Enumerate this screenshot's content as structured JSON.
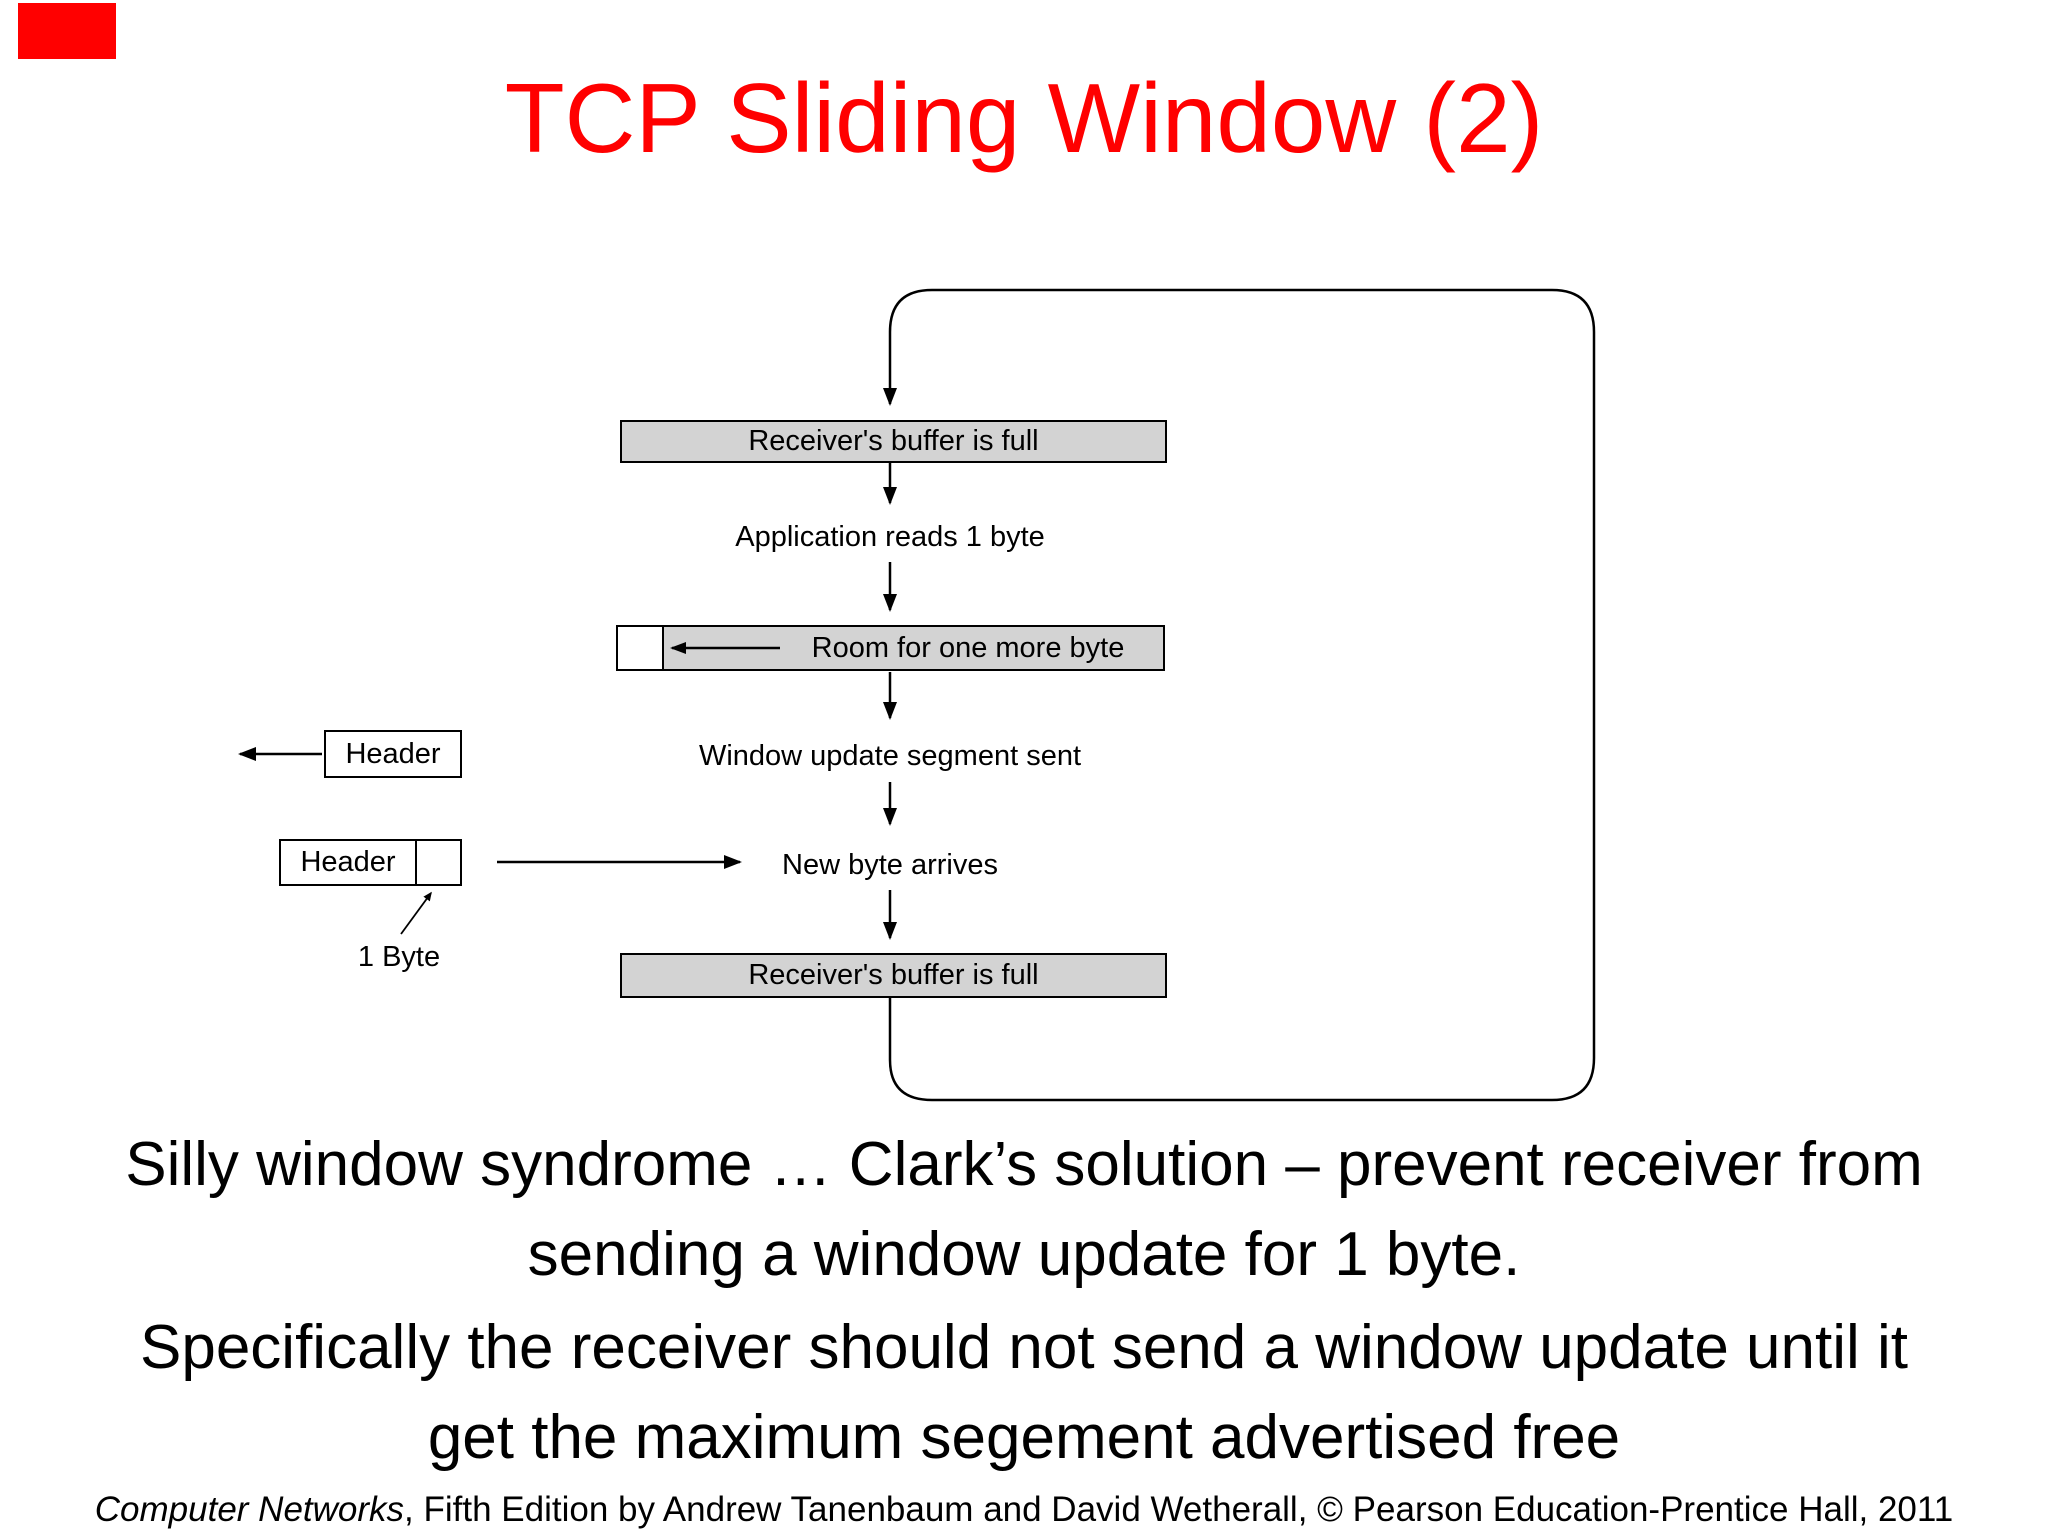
{
  "page": {
    "background_color": "#ffffff",
    "accent_red": "#ff0000",
    "diagram_box_fill": "#d3d3d3",
    "line_color": "#000000"
  },
  "title": {
    "text": "TCP Sliding Window (2)"
  },
  "diagram": {
    "top_box_label": "Receiver's buffer is full",
    "step1_label": "Application reads 1 byte",
    "room_box_label": "Room for one more byte",
    "step2_label": "Window update segment sent",
    "step3_label": "New byte arrives",
    "bottom_box_label": "Receiver's buffer is full",
    "header_box1_label": "Header",
    "header_box2_label": "Header",
    "one_byte_label": "1 Byte"
  },
  "body_text": {
    "p1_lines": [
      "Silly window syndrome … Clark’s solution – prevent receiver from",
      "sending a window update for 1 byte."
    ],
    "p2_lines": [
      "Specifically the receiver should not send a window update until it",
      "get the maximum segement advertised free"
    ]
  },
  "footer": {
    "book_title": "Computer Networks",
    "rest": ", Fifth Edition by Andrew Tanenbaum and David Wetherall, © Pearson Education-Prentice Hall, 2011"
  }
}
